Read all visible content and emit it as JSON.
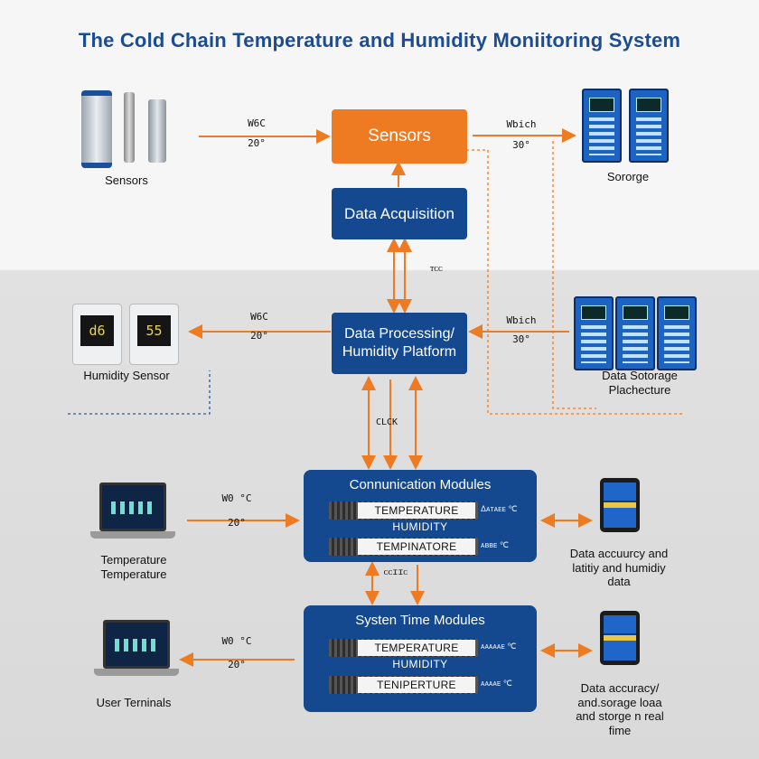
{
  "title": "The Cold Chain Temperature and Humidity Moniitoring System",
  "nodes": {
    "sensors": "Sensors",
    "acquisition": "Data Acquisition",
    "processing": "Data Processing/ Humidity Platform",
    "comm_modules": {
      "title": "Connunication Modules",
      "strip1": "TEMPERATURE",
      "mid": "HUMIDITY",
      "strip2": "TEMPINATORE",
      "side1": "Δᴀᴛᴀᴇᴇ ℃",
      "side2": "ᴀʙʙᴇ ℃"
    },
    "system_modules": {
      "title": "Systen Time Modules",
      "strip1": "TEMPERATURE",
      "mid": "HUMIDITY",
      "strip2": "TENIPERTURE",
      "side1": "ᴀᴀᴀᴀᴀᴇ ℃",
      "side2": "ᴀᴀᴀᴀᴇ ℃"
    }
  },
  "captions": {
    "sensors_img": "Sensors",
    "storage_top": "Sororge",
    "humidity_sensor": "Humidity Sensor",
    "data_storage": "Data Sotorage Plachecture",
    "temperature_terminal": "Temperature Temperature",
    "user_terminals": "User Terninals",
    "accuracy_1": "Data accuurcy and latitiy and humidiy data",
    "accuracy_2": "Data accuracy/ and.sorage loaa and storge n real fime"
  },
  "edge_labels": {
    "l1a": "W6C",
    "l1b": "20°",
    "l2a": "Wbich",
    "l2b": "30°",
    "l3a": "W6C",
    "l3b": "20°",
    "l4a": "Wbich",
    "l4b": "30°",
    "l5a": "W0 °C",
    "l5b": "20°",
    "l6a": "W0 °C",
    "l6b": "20°",
    "v1": "ᴛᴄᴄ",
    "v2": "CLCK",
    "v3": "ᴄᴄɪɪᴄ"
  },
  "display_readings": {
    "r1": "d6",
    "r2": "55"
  },
  "colors": {
    "accent": "#ee7b22",
    "primary": "#14488f",
    "title": "#1c4c92"
  }
}
